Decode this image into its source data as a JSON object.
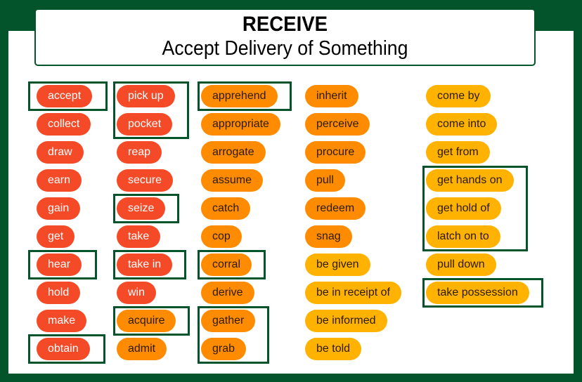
{
  "title": {
    "main": "RECEIVE",
    "subtitle": "Accept Delivery of Something"
  },
  "colors": {
    "frame": "#03542a",
    "red": "#f54a28",
    "orange": "#ff8c00",
    "amber": "#ffb300",
    "highlight_border": "#03542a"
  },
  "columns": [
    {
      "words": [
        {
          "label": "accept",
          "color": "red",
          "highlighted": true
        },
        {
          "label": "collect",
          "color": "red",
          "highlighted": false
        },
        {
          "label": "draw",
          "color": "red",
          "highlighted": false
        },
        {
          "label": "earn",
          "color": "red",
          "highlighted": false
        },
        {
          "label": "gain",
          "color": "red",
          "highlighted": false
        },
        {
          "label": "get",
          "color": "red",
          "highlighted": false
        },
        {
          "label": "hear",
          "color": "red",
          "highlighted": true
        },
        {
          "label": "hold",
          "color": "red",
          "highlighted": false
        },
        {
          "label": "make",
          "color": "red",
          "highlighted": false
        },
        {
          "label": "obtain",
          "color": "red",
          "highlighted": true
        }
      ]
    },
    {
      "words": [
        {
          "label": "pick up",
          "color": "red",
          "highlighted": true
        },
        {
          "label": "pocket",
          "color": "red",
          "highlighted": true
        },
        {
          "label": "reap",
          "color": "red",
          "highlighted": false
        },
        {
          "label": "secure",
          "color": "red",
          "highlighted": false
        },
        {
          "label": "seize",
          "color": "red",
          "highlighted": true
        },
        {
          "label": "take",
          "color": "red",
          "highlighted": false
        },
        {
          "label": "take in",
          "color": "red",
          "highlighted": true
        },
        {
          "label": "win",
          "color": "red",
          "highlighted": false
        },
        {
          "label": "acquire",
          "color": "orange",
          "highlighted": true
        },
        {
          "label": "admit",
          "color": "orange",
          "highlighted": false
        }
      ]
    },
    {
      "words": [
        {
          "label": "apprehend",
          "color": "orange",
          "highlighted": true
        },
        {
          "label": "appropriate",
          "color": "orange",
          "highlighted": false
        },
        {
          "label": "arrogate",
          "color": "orange",
          "highlighted": false
        },
        {
          "label": "assume",
          "color": "orange",
          "highlighted": false
        },
        {
          "label": "catch",
          "color": "orange",
          "highlighted": false
        },
        {
          "label": "cop",
          "color": "orange",
          "highlighted": false
        },
        {
          "label": "corral",
          "color": "orange",
          "highlighted": true
        },
        {
          "label": "derive",
          "color": "orange",
          "highlighted": false
        },
        {
          "label": "gather",
          "color": "orange",
          "highlighted": true
        },
        {
          "label": "grab",
          "color": "orange",
          "highlighted": true
        }
      ]
    },
    {
      "words": [
        {
          "label": "inherit",
          "color": "orange",
          "highlighted": false
        },
        {
          "label": "perceive",
          "color": "orange",
          "highlighted": false
        },
        {
          "label": "procure",
          "color": "orange",
          "highlighted": false
        },
        {
          "label": "pull",
          "color": "orange",
          "highlighted": false
        },
        {
          "label": "redeem",
          "color": "orange",
          "highlighted": false
        },
        {
          "label": "snag",
          "color": "orange",
          "highlighted": false
        },
        {
          "label": "be given",
          "color": "amber",
          "highlighted": false
        },
        {
          "label": "be in receipt of",
          "color": "amber",
          "highlighted": false
        },
        {
          "label": "be informed",
          "color": "amber",
          "highlighted": false
        },
        {
          "label": "be told",
          "color": "amber",
          "highlighted": false
        }
      ]
    },
    {
      "words": [
        {
          "label": "come by",
          "color": "amber",
          "highlighted": false
        },
        {
          "label": "come into",
          "color": "amber",
          "highlighted": false
        },
        {
          "label": "get from",
          "color": "amber",
          "highlighted": false
        },
        {
          "label": "get hands on",
          "color": "amber",
          "highlighted": true
        },
        {
          "label": "get hold of",
          "color": "amber",
          "highlighted": true
        },
        {
          "label": "latch on to",
          "color": "amber",
          "highlighted": true
        },
        {
          "label": "pull down",
          "color": "amber",
          "highlighted": false
        },
        {
          "label": "take possession",
          "color": "amber",
          "highlighted": true
        }
      ]
    }
  ],
  "highlight_groups": [
    {
      "column": 0,
      "words": [
        "accept"
      ]
    },
    {
      "column": 0,
      "words": [
        "hear"
      ]
    },
    {
      "column": 0,
      "words": [
        "obtain"
      ]
    },
    {
      "column": 1,
      "words": [
        "pick up",
        "pocket"
      ]
    },
    {
      "column": 1,
      "words": [
        "seize"
      ]
    },
    {
      "column": 1,
      "words": [
        "take in"
      ]
    },
    {
      "column": 1,
      "words": [
        "acquire"
      ]
    },
    {
      "column": 2,
      "words": [
        "apprehend"
      ]
    },
    {
      "column": 2,
      "words": [
        "corral"
      ]
    },
    {
      "column": 2,
      "words": [
        "gather",
        "grab"
      ]
    },
    {
      "column": 4,
      "words": [
        "get hands on",
        "get hold of",
        "latch on to"
      ]
    },
    {
      "column": 4,
      "words": [
        "take possession"
      ]
    }
  ]
}
